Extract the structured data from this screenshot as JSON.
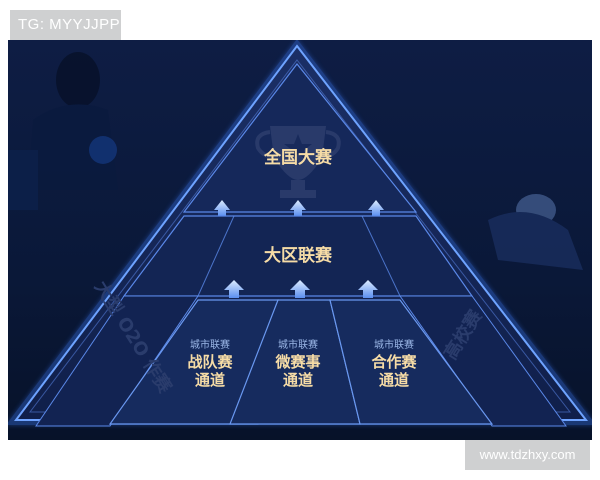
{
  "watermark_top": "TG: MYYJJPP",
  "watermark_bottom": "www.tdzhxy.com",
  "pyramid": {
    "top": "全国大赛",
    "middle": "大区联赛",
    "side_left": "大型 O2O 作赛",
    "side_right": "高校赛",
    "channels": [
      {
        "small": "城市联赛",
        "line1": "战队赛",
        "line2": "通道"
      },
      {
        "small": "城市联赛",
        "line1": "微赛事",
        "line2": "通道"
      },
      {
        "small": "城市联赛",
        "line1": "合作赛",
        "line2": "通道"
      }
    ]
  },
  "colors": {
    "background": "#0b1a3e",
    "frame_glow": "#3d7dff",
    "label_gold": "#f6dca6",
    "small_label": "#9ab6e6"
  }
}
